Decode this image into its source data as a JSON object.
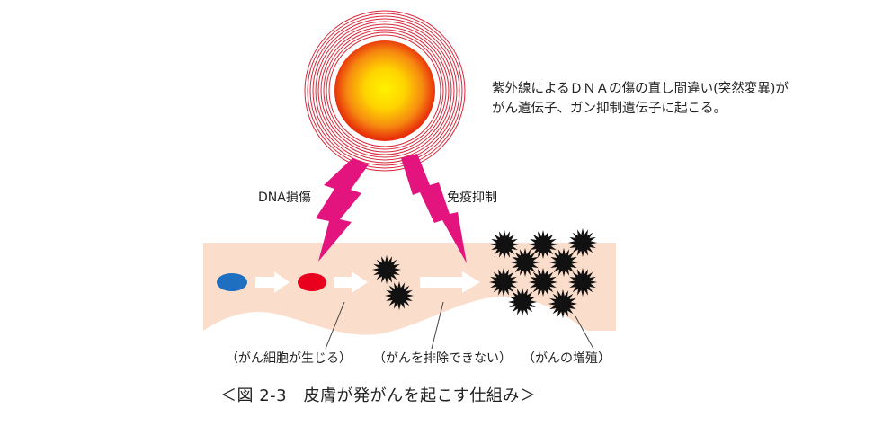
{
  "explanation": {
    "line1": "紫外線によるＤＮＡの傷の直し間違い(突然変異)が",
    "line2": "がん遺伝子、ガン抑制遺伝子に起こる。"
  },
  "bolt_labels": {
    "dna_damage": "DNA損傷",
    "immune_suppression": "免疫抑制"
  },
  "captions": {
    "stage1": "（がん細胞が生じる）",
    "stage2": "（がんを排除できない）",
    "stage3": "（がんの増殖）"
  },
  "figure_title": "＜図 2-3　皮膚が発がんを起こす仕組み＞",
  "colors": {
    "skin": "#fbddcb",
    "normal_cell": "#1f6fc0",
    "cancer_cell": "#e8001e",
    "bolt": "#e4147f",
    "sun_ring": "#d8283a",
    "sun_core": "#ffe600",
    "sun_edge": "#e8300a",
    "arrow": "#ffffff",
    "spiky_cell": "#111111"
  },
  "icons": {
    "sun": "sun-icon",
    "bolt": "lightning-bolt-icon",
    "arrow": "right-arrow-icon",
    "cancer_cell": "spiky-cancer-cell-icon"
  }
}
